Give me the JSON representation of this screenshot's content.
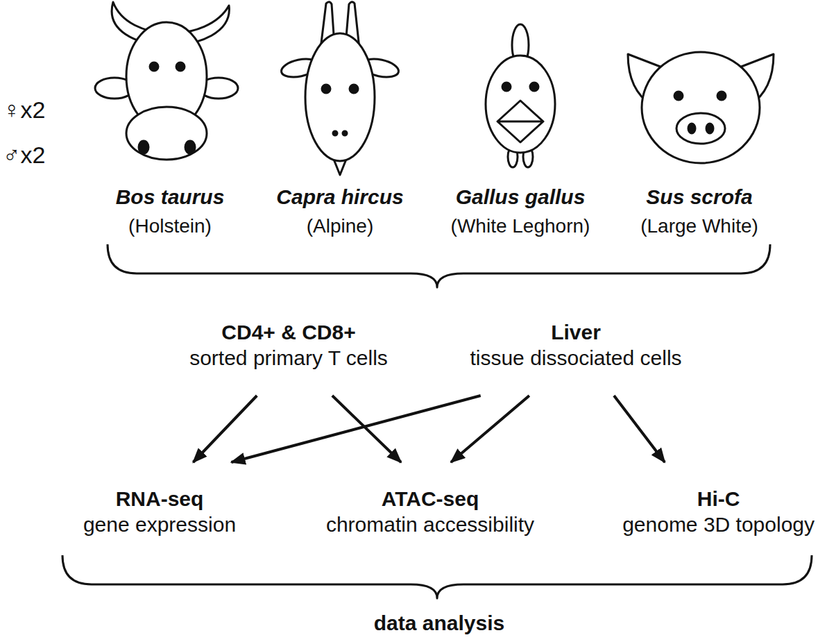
{
  "diagram": {
    "nodes": [
      {
        "text": [
          "CD4+ & CD8+",
          "sorted primary T cells"
        ]
      },
      {
        "text": [
          "Liver",
          "tissue dissociated cells"
        ]
      },
      {
        "text": [
          "RNA-seq",
          "gene expression"
        ]
      },
      {
        "text": [
          "ATAC-seq",
          "chromatin accessibility"
        ]
      },
      {
        "text": [
          "Hi-C",
          "genome 3D topology"
        ]
      }
    ],
    "edges": [
      {
        "from": 0,
        "to": 2,
        "arrow": "to"
      },
      {
        "from": 0,
        "to": 3,
        "arrow": "to"
      },
      {
        "from": 1,
        "to": 2,
        "arrow": "to"
      },
      {
        "from": 1,
        "to": 3,
        "arrow": "to"
      },
      {
        "from": 1,
        "to": 4,
        "arrow": "to"
      }
    ],
    "labels": [
      "♀x2",
      "♂x2",
      "Bos taurus",
      "(Holstein)",
      "Capra hircus",
      "(Alpine)",
      "Gallus gallus",
      "(White Leghorn)",
      "Sus scrofa",
      "(Large White)",
      "data analysis"
    ]
  }
}
